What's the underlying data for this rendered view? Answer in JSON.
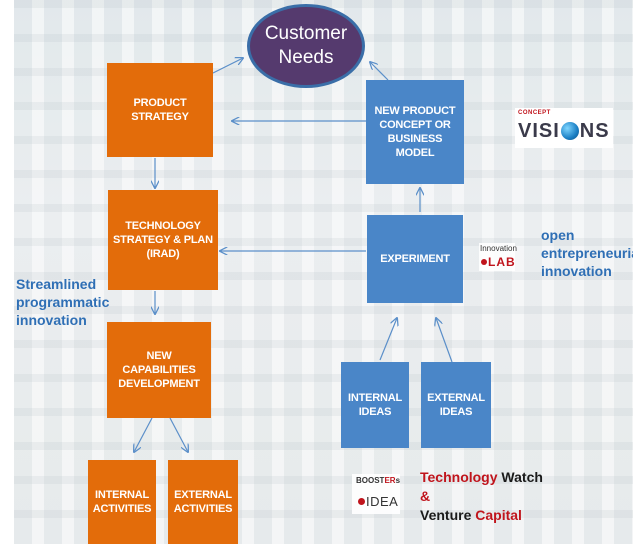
{
  "customer_needs": {
    "line1": "Customer",
    "line2": "Needs"
  },
  "boxes": {
    "product_strategy": "PRODUCT STRATEGY",
    "technology_strategy": "TECHNOLOGY STRATEGY & PLAN (IRAD)",
    "new_capabilities": "NEW CAPABILITIES DEVELOPMENT",
    "internal_activities": "INTERNAL ACTIVITIES",
    "external_activities": "EXTERNAL ACTIVITIES",
    "new_product_concept": "NEW PRODUCT CONCEPT OR BUSINESS MODEL",
    "experiment": "EXPERIMENT",
    "internal_ideas": "INTERNAL IDEAS",
    "external_ideas": "EXTERNAL IDEAS"
  },
  "side_labels": {
    "streamlined": [
      "Streamlined",
      "programmatic",
      "innovation"
    ],
    "open": [
      "open",
      "entrepreneurial",
      "innovation"
    ]
  },
  "logos": {
    "concept_visions": {
      "top": "CONCEPT",
      "main_left": "VISI",
      "main_right": "NS"
    },
    "innovation_lab": {
      "top": "Innovation",
      "bottom": "LAB"
    },
    "boosters": {
      "pre": "BOOST",
      "mid": "ER",
      "post": "s"
    },
    "idea": "IDEA"
  },
  "tech_watch": {
    "technology": "Technology",
    "watch": " Watch",
    "ampersand": "&",
    "venture": "Venture ",
    "capital": "Capital"
  },
  "colors": {
    "orange": "#e36c0a",
    "blue": "#4a86c8",
    "ellipse": "#553a6e",
    "red": "#c0141c"
  }
}
